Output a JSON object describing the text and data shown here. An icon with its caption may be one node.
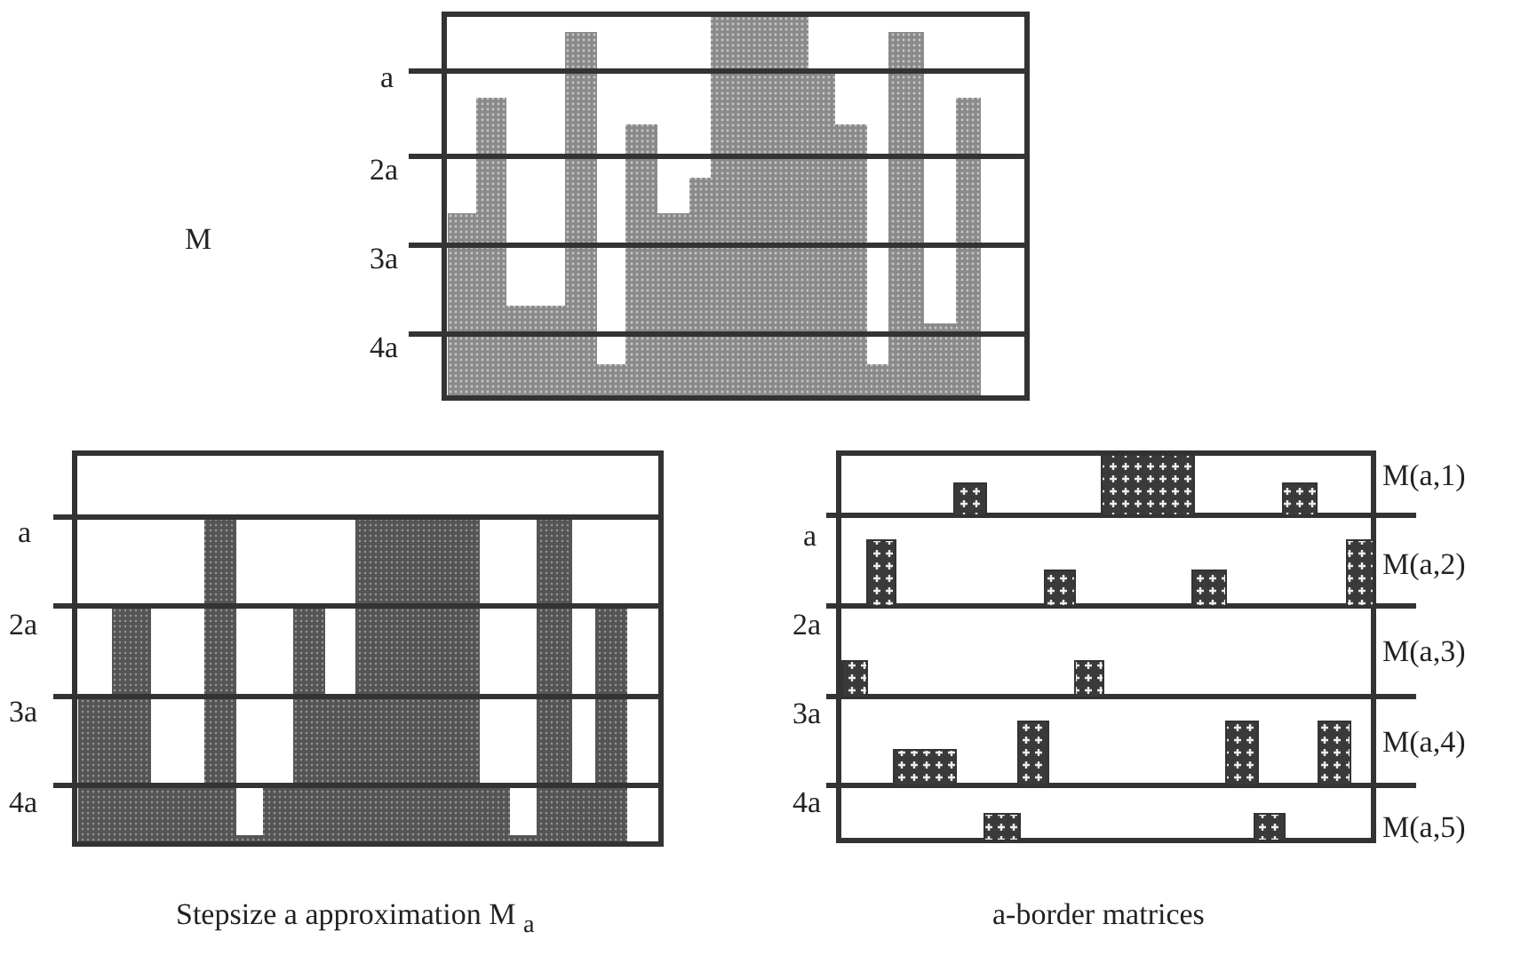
{
  "diagram": {
    "labels": [
      "a",
      "M",
      "2a",
      "3a",
      "4a",
      "a",
      "2a",
      "3a",
      "4a",
      "M(a,1)",
      "a",
      "M(a,2)",
      "2a",
      "M(a,3)",
      "3a",
      "M(a,4)",
      "4a",
      "M(a,5)",
      "Stepsize a approximation M $_{a}$",
      "a-border matrices"
    ]
  }
}
